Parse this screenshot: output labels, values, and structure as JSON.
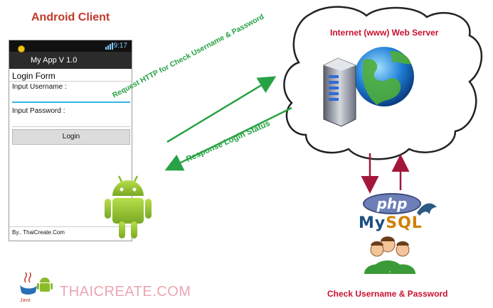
{
  "client": {
    "title": "Android Client"
  },
  "phone": {
    "time": "9:17",
    "app_title": "My App V 1.0",
    "form_title": "Login Form",
    "username_label": "Input Username :",
    "password_label": "Input Password :",
    "login_button": "Login",
    "footer": "By.. ThaiCreate.Com"
  },
  "arrows": {
    "request": "Request HTTP for Check Username & Password",
    "response": "Response Login Status"
  },
  "server": {
    "title": "Internet (www) Web Server"
  },
  "backend": {
    "php": "php",
    "mysql_my": "My",
    "mysql_sql": "SQL",
    "check_title": "Check Username & Password"
  },
  "brand": {
    "name": "THAICREATE.COM",
    "java": "Java"
  },
  "colors": {
    "accent_red": "#c8102e",
    "arrow_green": "#27a244",
    "db_arrow": "#a3173a"
  }
}
